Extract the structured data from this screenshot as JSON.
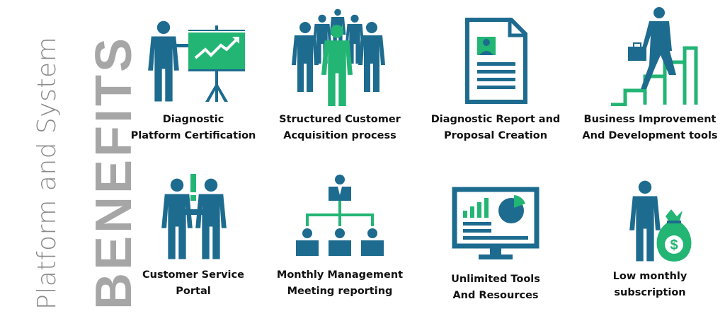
{
  "side": {
    "subtitle": "Platform and System",
    "title": "BENEFITS"
  },
  "colors": {
    "blue": "#1d6b8f",
    "green": "#22b573",
    "gray": "#a6a6a6"
  },
  "benefits": [
    {
      "icon": "presentation-icon",
      "line1": "Diagnostic",
      "line2": "Platform Certification"
    },
    {
      "icon": "team-icon",
      "line1": "Structured Customer",
      "line2": "Acquisition process"
    },
    {
      "icon": "report-icon",
      "line1": "Diagnostic Report and",
      "line2": "Proposal Creation"
    },
    {
      "icon": "stairs-climb-icon",
      "line1": "Business Improvement",
      "line2": "And Development tools"
    },
    {
      "icon": "handshake-icon",
      "line1": "Customer Service",
      "line2": "Portal"
    },
    {
      "icon": "org-chart-icon",
      "line1": "Monthly Management",
      "line2": "Meeting reporting"
    },
    {
      "icon": "monitor-dashboard-icon",
      "line1": "Unlimited Tools",
      "line2": "And Resources"
    },
    {
      "icon": "money-bag-icon",
      "line1": "Low monthly",
      "line2": "subscription"
    }
  ]
}
